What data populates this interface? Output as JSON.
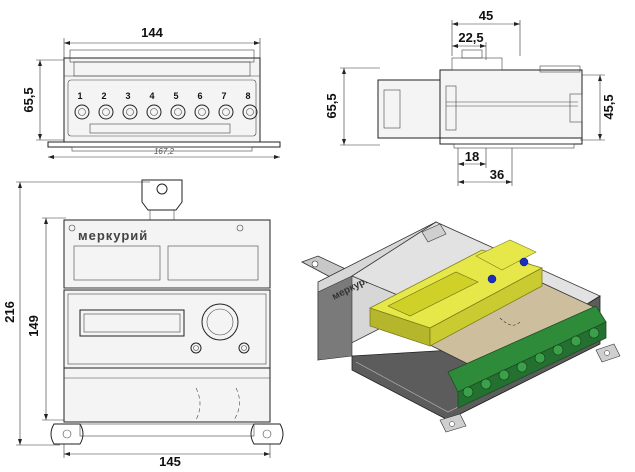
{
  "views": {
    "front": {
      "width_label": "144",
      "height_label": "65,5",
      "base_label": "167,2",
      "terminal_numbers": [
        "1",
        "2",
        "3",
        "4",
        "5",
        "6",
        "7",
        "8"
      ]
    },
    "side": {
      "top_width_label": "45",
      "top_half_label": "22,5",
      "left_height_label": "65,5",
      "right_height_label": "45,5",
      "bottom_left_label": "18",
      "bottom_right_label": "36"
    },
    "main": {
      "brand": "меркурий",
      "total_height_label": "216",
      "body_height_label": "149",
      "width_label": "145"
    },
    "iso": {
      "brand": "меркурий"
    }
  },
  "colors": {
    "line": "#222222",
    "lcd_yellow": "#d6d92a",
    "terminal_green": "#2e8b3a",
    "cover_tan": "#cdbf9d",
    "body_grey": "#cfcfcf",
    "dark_grey": "#5c5c5c",
    "screw_blue": "#1a2fbf"
  }
}
